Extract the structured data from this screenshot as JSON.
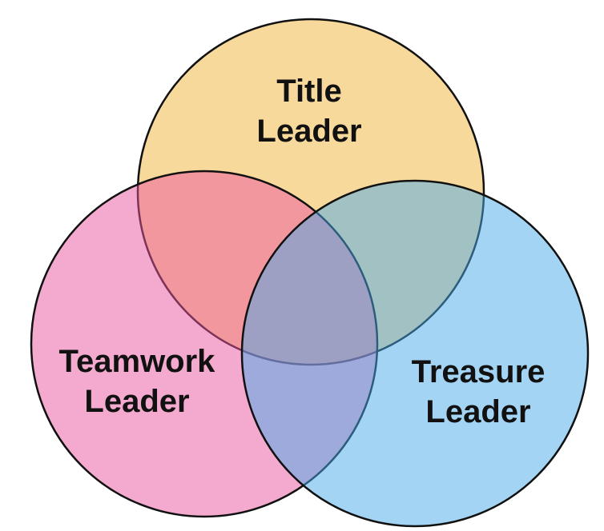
{
  "diagram": {
    "type": "venn",
    "sets": [
      {
        "id": "title",
        "label_line1": "Title",
        "label_line2": "Leader",
        "color": "#f2b33a"
      },
      {
        "id": "teamwork",
        "label_line1": "Teamwork",
        "label_line2": "Leader",
        "color": "#e9559e"
      },
      {
        "id": "treasure",
        "label_line1": "Treasure",
        "label_line2": "Leader",
        "color": "#4aaaea"
      }
    ],
    "fill_opacity": 0.5,
    "outline_color": "#111111",
    "background": "#ffffff"
  }
}
